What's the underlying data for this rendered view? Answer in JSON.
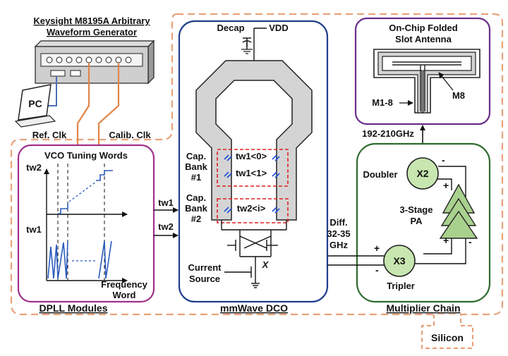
{
  "generator": {
    "title_line1": "Keysight M8195A Arbitrary",
    "title_line2": "Waveform Generator"
  },
  "pc": {
    "label": "PC"
  },
  "clocks": {
    "ref": "Ref. Clk",
    "calib": "Calib. Clk"
  },
  "dpll": {
    "title": "VCO Tuning Words",
    "y_upper": "tw2",
    "y_lower": "tw1",
    "x_label_line1": "Frequency",
    "x_label_line2": "Word",
    "caption": "DPLL Modules"
  },
  "signals": {
    "tw1": "tw1",
    "tw2": "tw2"
  },
  "dco": {
    "decap": "Decap",
    "vdd": "VDD",
    "bank1_line1": "Cap.",
    "bank1_line2": "Bank",
    "bank1_line3": "#1",
    "bank2_line1": "Cap.",
    "bank2_line2": "Bank",
    "bank2_line3": "#2",
    "tw1_0": "tw1<0>",
    "tw1_1": "tw1<1>",
    "tw2_i": "tw2<i>",
    "current_line1": "Current",
    "current_line2": "Source",
    "x_label": "X",
    "caption": "mmWave DCO"
  },
  "diff": {
    "line1": "Diff.",
    "line2": "32-35",
    "line3": "GHz"
  },
  "antenna": {
    "title_line1": "On-Chip Folded",
    "title_line2": "Slot Antenna",
    "m18": "M1-8",
    "m8": "M8"
  },
  "freq_out": "192-210GHz",
  "multiplier": {
    "doubler": "Doubler",
    "x2": "X2",
    "x3": "X3",
    "tripler": "Tripler",
    "pa_line1": "3-Stage",
    "pa_line2": "PA",
    "caption": "Multiplier Chain"
  },
  "silicon": "Silicon",
  "colors": {
    "dashed_border": "#e8a27a",
    "cable": "#e0864a",
    "pc_cable": "#4a6fb5",
    "dpll": "#a0308a",
    "dco": "#1f3f8c",
    "antenna": "#6a2d8c",
    "multiplier": "#2e6b2e",
    "circle_fill": "#c8e6b0",
    "pa_fill": "#a9d18e",
    "bank_red": "#e02020",
    "cap_blue": "#1c4fd8",
    "inductor_fill": "#d4d4d4"
  }
}
